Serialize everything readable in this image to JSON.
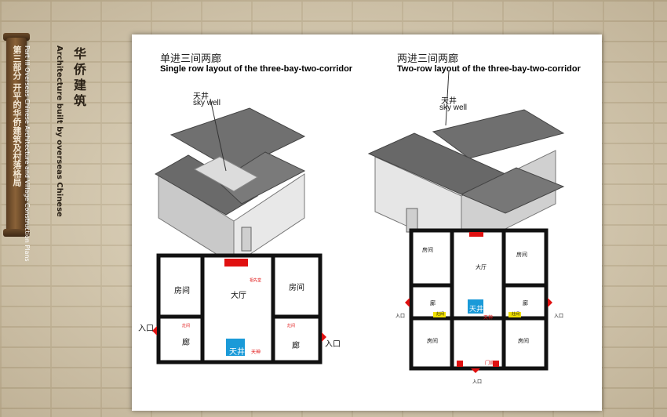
{
  "sidebar": {
    "part_title_cn": "第三部分 开平的华侨建筑及村落格局",
    "part_title_en": "Part III Overseas Chinese Architecture and Village Construction Plans",
    "section_title_cn": "华侨建筑",
    "section_title_en": "Architecture built by overseas Chinese"
  },
  "left_diagram": {
    "title_cn": "单进三间两廊",
    "title_en": "Single row layout of the three-bay-two-corridor",
    "skywell_cn": "天井",
    "skywell_en": "sky well",
    "plan": {
      "room_left": "房间",
      "room_right": "房间",
      "hall": "大厅",
      "corridor_left": "廊",
      "corridor_right": "廊",
      "skywell": "天井",
      "entrance_left": "入口",
      "entrance_right": "入口",
      "altar_text": "祖先堂",
      "stove_left": "灶间",
      "stove_right": "灶间",
      "tianshen": "天神"
    }
  },
  "right_diagram": {
    "title_cn": "两进三间两廊",
    "title_en": "Two-row layout of the three-bay-two-corridor",
    "skywell_cn": "天井",
    "skywell_en": "sky well",
    "plan": {
      "room_tl": "房间",
      "room_tr": "房间",
      "hall": "大厅",
      "corridor_l": "廊",
      "corridor_r": "廊",
      "skywell": "天井",
      "tianshen": "天神",
      "room_bl": "房间",
      "room_br": "房间",
      "door": "门官",
      "entrance_left": "入口",
      "entrance_right": "入口",
      "entrance_bottom": "入口",
      "stove_l": "灶间",
      "stove_r": "灶间"
    }
  },
  "colors": {
    "red": "#e01010",
    "yellow": "#f0e000",
    "skywell_blue": "#1a9ad8",
    "roof": "#6d6d6d"
  }
}
